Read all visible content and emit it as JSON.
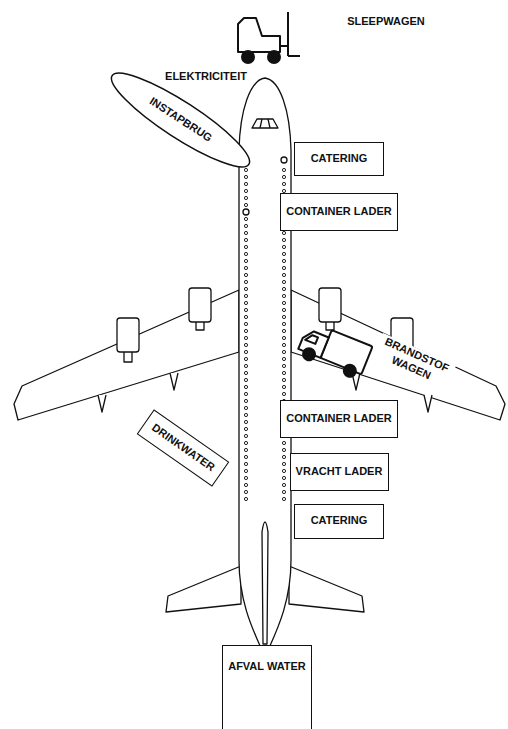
{
  "diagram": {
    "nodes": [
      {
        "text": [
          "INSTAPBRUG"
        ]
      },
      {
        "text": [
          "CATERING"
        ]
      },
      {
        "text": [
          "CONTAINER LADER"
        ]
      },
      {
        "text": [
          "DRINKWATER"
        ]
      },
      {
        "text": [
          "CONTAINER LADER"
        ]
      },
      {
        "text": [
          "VRACHT LADER"
        ]
      },
      {
        "text": [
          "CATERING"
        ]
      },
      {
        "text": [
          "AFVAL WATER"
        ]
      }
    ],
    "labels": [
      "SLEEPWAGEN",
      "ELEKTRICITEIT",
      "BRANDSTOF WAGEN"
    ]
  }
}
